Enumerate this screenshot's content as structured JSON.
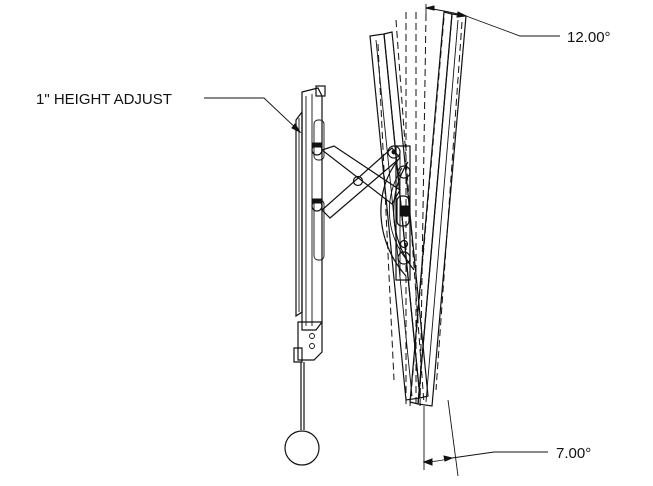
{
  "annotations": {
    "height_adjust": "1\" HEIGHT ADJUST",
    "top_angle": "12.00°",
    "bottom_angle": "7.00°"
  },
  "colors": {
    "line": "#111111",
    "background": "#ffffff"
  }
}
